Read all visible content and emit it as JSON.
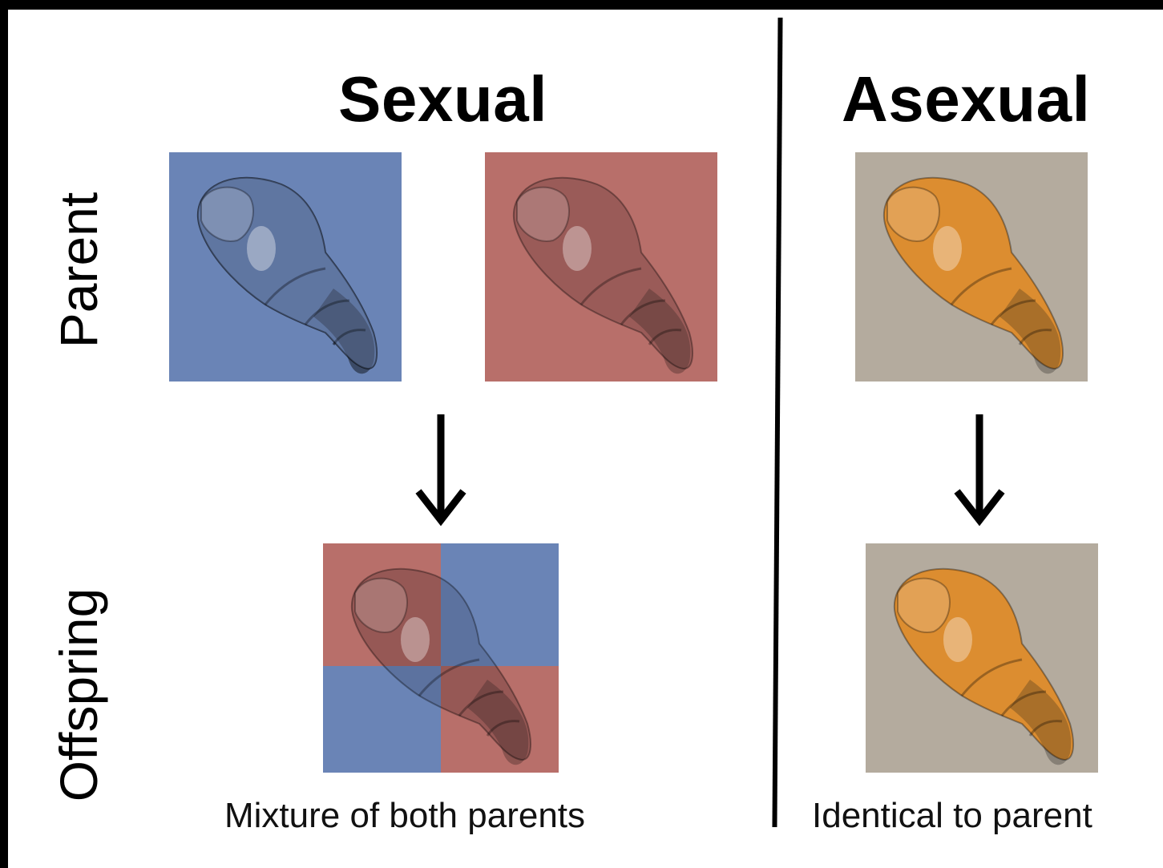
{
  "headings": {
    "sexual": "Sexual",
    "asexual": "Asexual"
  },
  "row_labels": {
    "parent": "Parent",
    "offspring": "Offspring"
  },
  "captions": {
    "sexual": "Mixture of both parents",
    "asexual": "Identical to parent"
  },
  "colors": {
    "blue_parent_bg": "#6b84b4",
    "red_parent_bg": "#b9706b",
    "asexual_bg": "#b3aa9d",
    "asexual_shell": "#d9841f"
  },
  "icons": {
    "blue_parent": "blue-snail-shell-photo",
    "red_parent": "red-snail-shell-photo",
    "sexual_offspring": "checkered-red-blue-snail-shell-photo",
    "asexual_parent": "orange-snail-shell-photo",
    "asexual_offspring": "orange-snail-shell-photo",
    "arrow": "down-arrow-icon"
  }
}
